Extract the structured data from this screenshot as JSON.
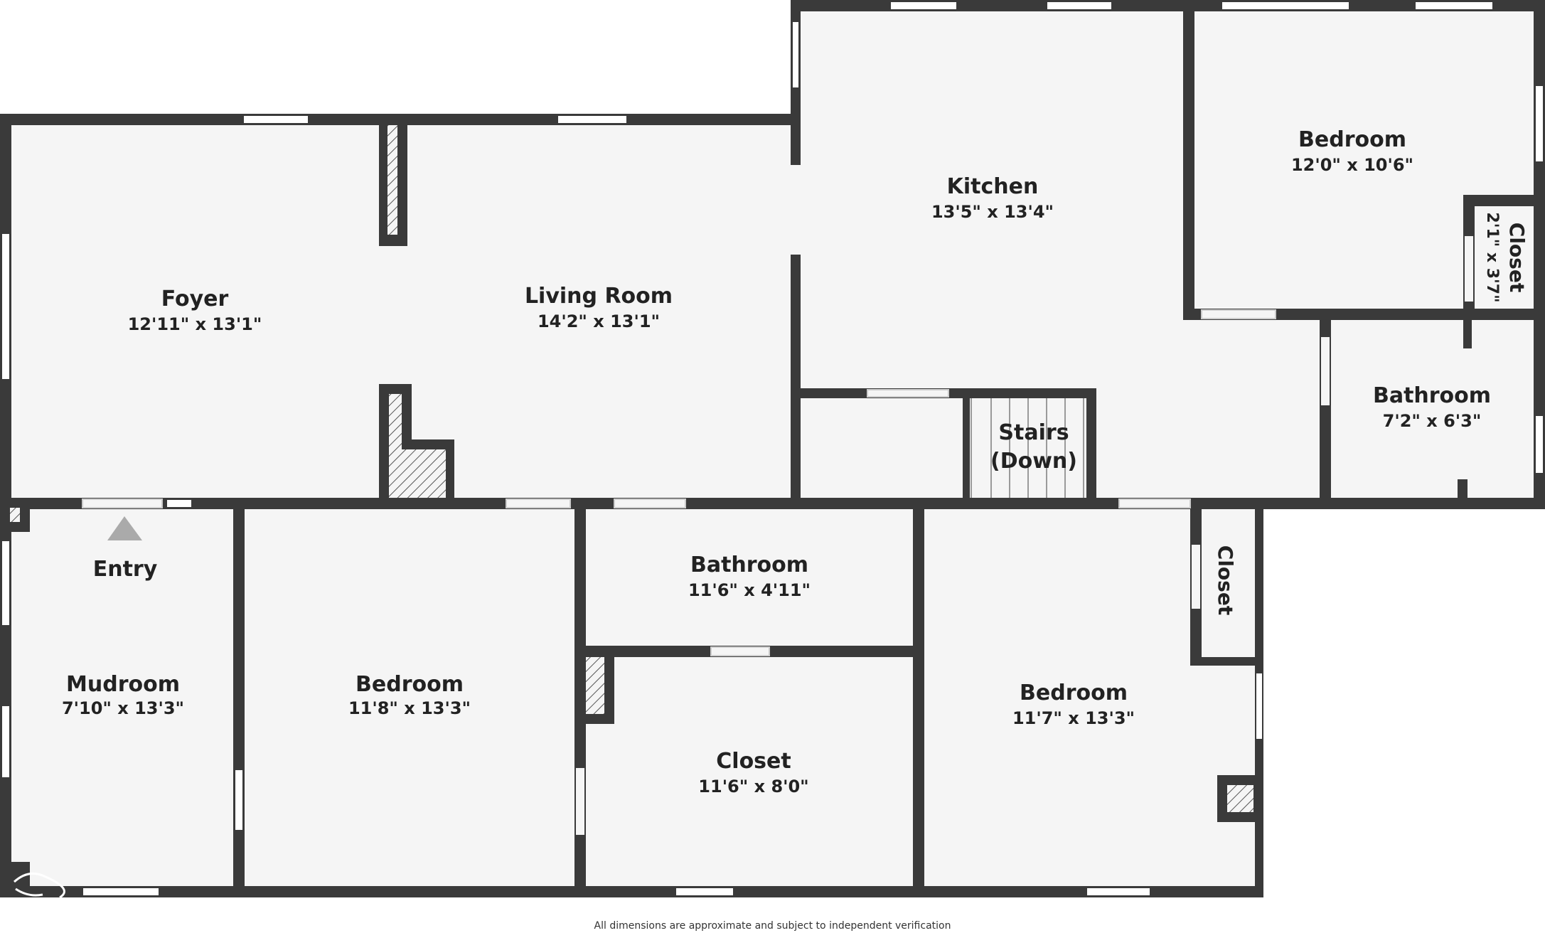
{
  "colors": {
    "wall": "#3a3a3a",
    "floor": "#f5f5f5",
    "window": "#ffffff",
    "entry_arrow": "#aaaaaa",
    "hatch": "#555555"
  },
  "rooms": {
    "foyer": {
      "name": "Foyer",
      "dims": "12'11\" x 13'1\""
    },
    "living_room": {
      "name": "Living Room",
      "dims": "14'2\" x 13'1\""
    },
    "kitchen": {
      "name": "Kitchen",
      "dims": "13'5\" x 13'4\""
    },
    "bedroom_ne": {
      "name": "Bedroom",
      "dims": "12'0\" x 10'6\""
    },
    "closet_ne": {
      "name": "Closet",
      "dims": "2'1\" x 3'7\""
    },
    "bathroom_e": {
      "name": "Bathroom",
      "dims": "7'2\" x 6'3\""
    },
    "stairs": {
      "line1": "Stairs",
      "line2": "(Down)"
    },
    "entry": {
      "label": "Entry"
    },
    "mudroom": {
      "name": "Mudroom",
      "dims": "7'10\" x 13'3\""
    },
    "bedroom_s": {
      "name": "Bedroom",
      "dims": "11'8\" x 13'3\""
    },
    "bathroom_s": {
      "name": "Bathroom",
      "dims": "11'6\" x 4'11\""
    },
    "closet_s": {
      "name": "Closet",
      "dims": "11'6\" x 8'0\""
    },
    "bedroom_se": {
      "name": "Bedroom",
      "dims": "11'7\" x 13'3\""
    },
    "closet_se": {
      "name": "Closet"
    }
  },
  "disclaimer": "All dimensions are approximate and subject to independent verification"
}
